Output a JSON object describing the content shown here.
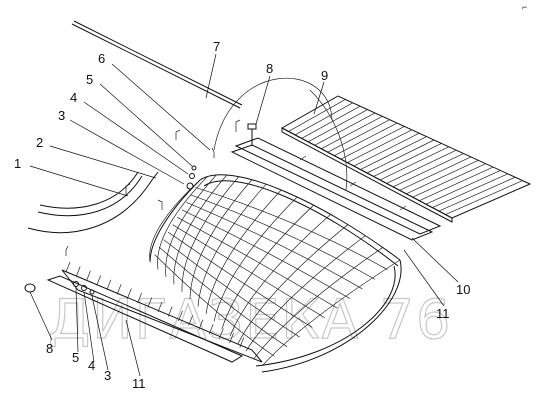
{
  "diagram": {
    "callouts": [
      {
        "id": "c1",
        "text": "1"
      },
      {
        "id": "c2",
        "text": "2"
      },
      {
        "id": "c3",
        "text": "3"
      },
      {
        "id": "c4",
        "text": "4"
      },
      {
        "id": "c5",
        "text": "5"
      },
      {
        "id": "c6",
        "text": "6"
      },
      {
        "id": "c7",
        "text": "7"
      },
      {
        "id": "c8",
        "text": "8"
      },
      {
        "id": "c9",
        "text": "9"
      },
      {
        "id": "c10",
        "text": "10"
      },
      {
        "id": "c11",
        "text": "11"
      },
      {
        "id": "c8b",
        "text": "8"
      },
      {
        "id": "c5b",
        "text": "5"
      },
      {
        "id": "c4b",
        "text": "4"
      },
      {
        "id": "c3b",
        "text": "3"
      },
      {
        "id": "c11b",
        "text": "11"
      }
    ],
    "watermark": "ДИГАЗЕКА 76",
    "corner_mark": "⌐"
  }
}
